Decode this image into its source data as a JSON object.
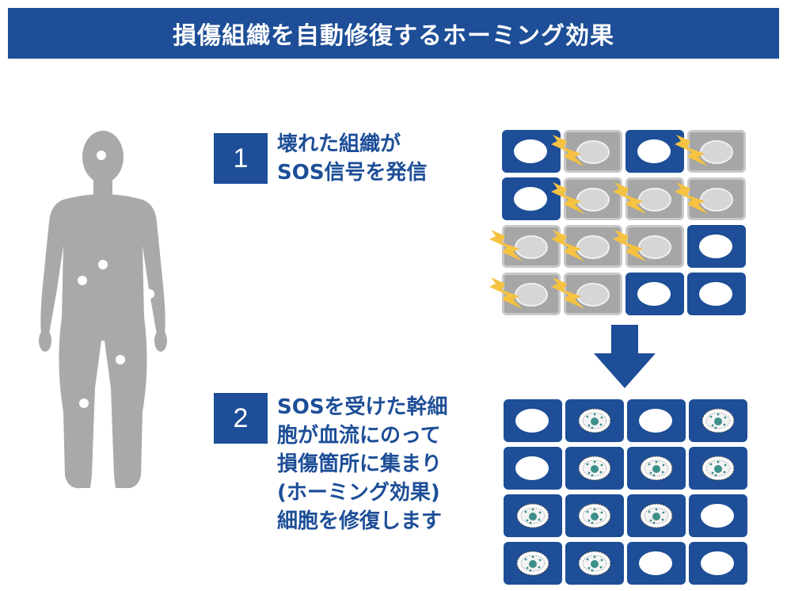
{
  "title": "損傷組織を自動修復するホーミング効果",
  "steps": [
    {
      "number": "1",
      "text": "壊れた組織が\nSOS信号を発信"
    },
    {
      "number": "2",
      "text": "SOSを受けた幹細\n胞が血流にのって\n損傷箇所に集まり\n(ホーミング効果)\n細胞を修復します"
    }
  ],
  "colors": {
    "primary_blue": "#1d4e97",
    "damaged_gray": "#a6a6a6",
    "signal_yellow": "#f5c242",
    "silhouette_gray": "#a9a9a9"
  },
  "icons": [
    "human-silhouette-icon",
    "lightning-bolt-icon",
    "stem-cell-icon",
    "down-arrow-icon"
  ],
  "grid_before": [
    [
      "healthy",
      "damaged-signal",
      "healthy",
      "damaged-signal"
    ],
    [
      "healthy",
      "damaged-signal",
      "damaged-signal",
      "damaged-signal"
    ],
    [
      "damaged-signal",
      "damaged-signal",
      "damaged-signal",
      "healthy"
    ],
    [
      "damaged-signal",
      "damaged-signal",
      "healthy",
      "healthy"
    ]
  ],
  "grid_after": [
    [
      "healthy",
      "repaired",
      "healthy",
      "repaired"
    ],
    [
      "healthy",
      "repaired",
      "repaired",
      "repaired"
    ],
    [
      "repaired",
      "repaired",
      "repaired",
      "healthy"
    ],
    [
      "repaired",
      "repaired",
      "healthy",
      "healthy"
    ]
  ]
}
